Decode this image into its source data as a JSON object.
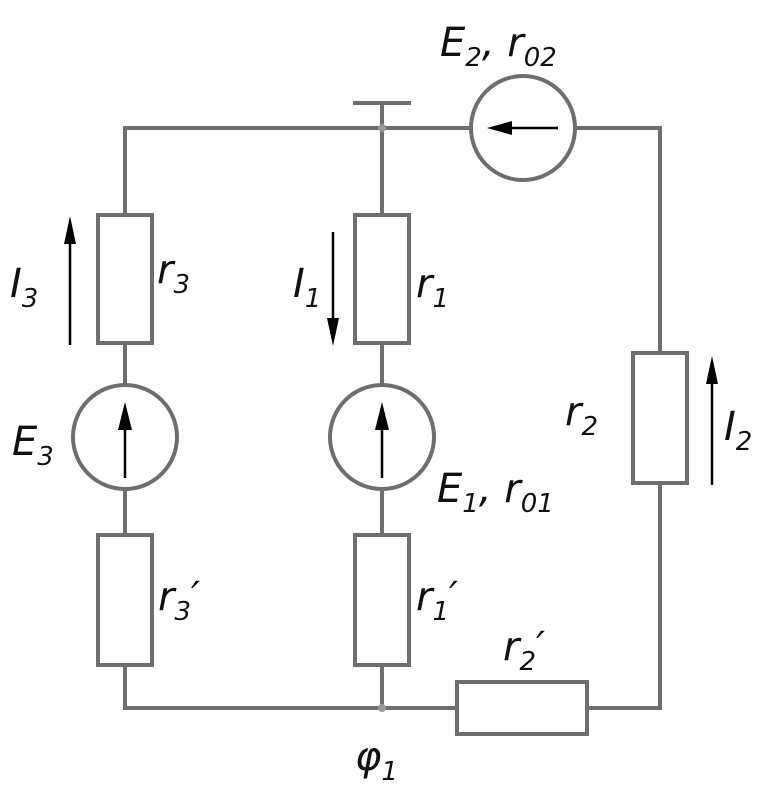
{
  "labels": {
    "e2_name": "E",
    "e2_sub": "2",
    "e2_sep": ", ",
    "r02_name": "r",
    "r02_sub": "02",
    "i3_name": "I",
    "i3_sub": "3",
    "r3_name": "r",
    "r3_sub": "3",
    "i1_name": "I",
    "i1_sub": "1",
    "r1_name": "r",
    "r1_sub": "1",
    "e3_name": "E",
    "e3_sub": "3",
    "e1_name": "E",
    "e1_sub": "1",
    "e1_sep": ", ",
    "r01_name": "r",
    "r01_sub": "01",
    "r2_name": "r",
    "r2_sub": "2",
    "i2_name": "I",
    "i2_sub": "2",
    "r3p_name": "r",
    "r3p_sub": "3",
    "r3p_prime": "′",
    "r1p_name": "r",
    "r1p_sub": "1",
    "r1p_prime": "′",
    "r2p_name": "r",
    "r2p_sub": "2",
    "r2p_prime": "′",
    "phi_name": "φ",
    "phi_sub": "1"
  }
}
